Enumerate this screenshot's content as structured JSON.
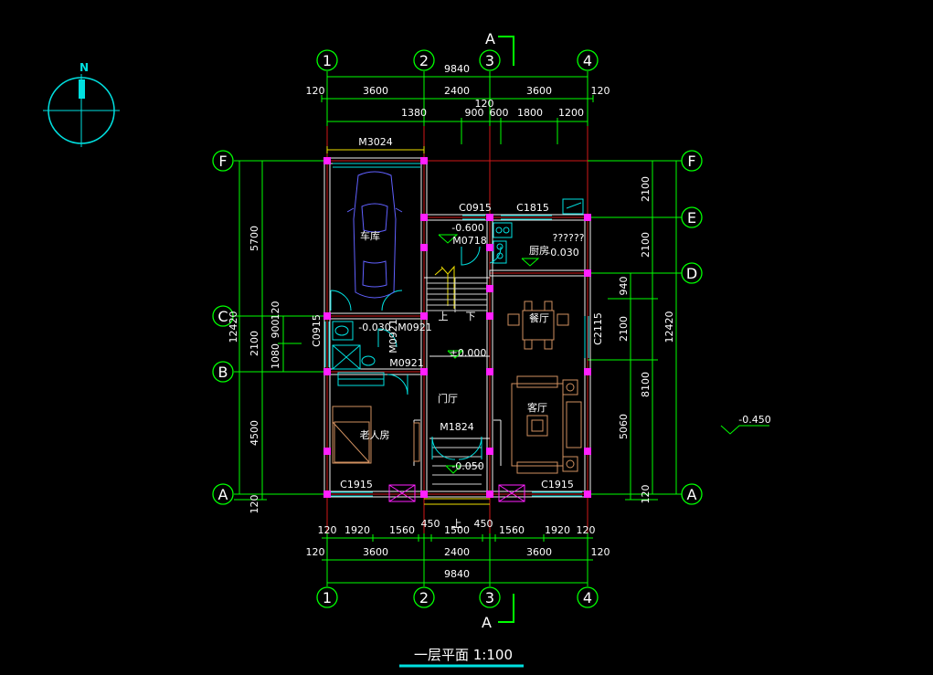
{
  "title": "一层平面  1:100",
  "north_label": "N",
  "section_mark": "A",
  "axes": {
    "vertical": [
      "1",
      "2",
      "3",
      "4"
    ],
    "horizontal_left": [
      "F",
      "C",
      "B",
      "A"
    ],
    "horizontal_right": [
      "F",
      "E",
      "D",
      "A"
    ]
  },
  "dims_top": {
    "total": "9840",
    "edge_left": "120",
    "edge_right": "120",
    "bays": [
      "3600",
      "2400",
      "3600"
    ],
    "mid": "120",
    "openings": [
      "1380",
      "900",
      "600",
      "1800",
      "1200"
    ]
  },
  "dims_bottom": {
    "openings": [
      "120",
      "1920",
      "1560",
      "450",
      "1500",
      "450",
      "1560",
      "1920",
      "120"
    ],
    "edge_left": "120",
    "edge_right": "120",
    "bays": [
      "3600",
      "2400",
      "3600"
    ],
    "total": "9840"
  },
  "dims_left": {
    "total": "12420",
    "segments": [
      "5700",
      "2100",
      "4500"
    ],
    "inner": [
      "1080",
      "900",
      "120"
    ],
    "bottom": "120",
    "window": "C0915"
  },
  "dims_right": {
    "segments": [
      "2100",
      "2100",
      "940",
      "2100",
      "5060"
    ],
    "bottom": "120",
    "sub": "8100",
    "total": "12420",
    "window": "C2115"
  },
  "doors_windows": {
    "garage_door": "M3024",
    "window_top1": "C0915",
    "window_top2": "C1815",
    "door_stair": "M0718",
    "door_bath1": "M0921",
    "door_bath2": "M0921",
    "door_entry": "M1824",
    "window_bottom_left": "C1915",
    "window_bottom_right": "C1915"
  },
  "levels": {
    "stair": "-0.600",
    "kitchen": "-0.030",
    "bath": "-0.030",
    "hall": "±0.000",
    "entry": "-0.050",
    "outside": "-0.450"
  },
  "rooms": {
    "garage": "车库",
    "kitchen": "厨房",
    "kitchen_note": "??????",
    "dining": "餐厅",
    "hall": "门厅",
    "living": "客厅",
    "elder_room": "老人房",
    "stair_up": "上",
    "stair_down": "下",
    "entry_up": "上"
  }
}
